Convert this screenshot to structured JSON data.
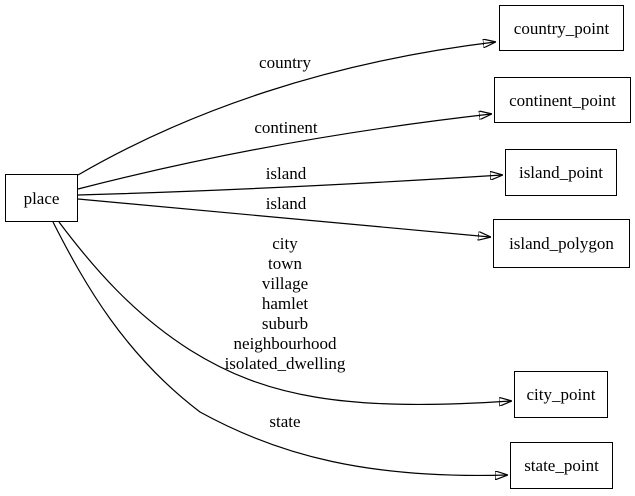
{
  "diagram": {
    "type": "directed-graph",
    "background_color": "#ffffff",
    "stroke_color": "#000000",
    "text_color": "#000000",
    "nodes": [
      {
        "id": "place",
        "label": "place"
      },
      {
        "id": "country_point",
        "label": "country_point"
      },
      {
        "id": "continent_point",
        "label": "continent_point"
      },
      {
        "id": "island_point",
        "label": "island_point"
      },
      {
        "id": "island_polygon",
        "label": "island_polygon"
      },
      {
        "id": "city_point",
        "label": "city_point"
      },
      {
        "id": "state_point",
        "label": "state_point"
      }
    ],
    "edges": [
      {
        "from": "place",
        "to": "country_point",
        "label": "country"
      },
      {
        "from": "place",
        "to": "continent_point",
        "label": "continent"
      },
      {
        "from": "place",
        "to": "island_point",
        "label": "island"
      },
      {
        "from": "place",
        "to": "island_polygon",
        "label": "island"
      },
      {
        "from": "place",
        "to": "city_point",
        "label_lines": [
          "city",
          "town",
          "village",
          "hamlet",
          "suburb",
          "neighbourhood",
          "isolated_dwelling"
        ]
      },
      {
        "from": "place",
        "to": "state_point",
        "label": "state"
      }
    ]
  }
}
